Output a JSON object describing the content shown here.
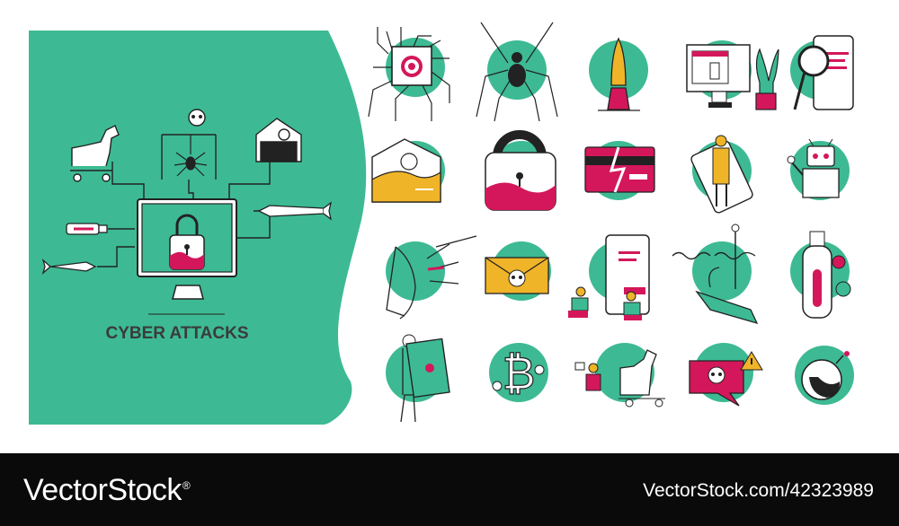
{
  "poster": {
    "title": "CYBER ATTACKS"
  },
  "footer": {
    "brand": "VectorStock",
    "registered_mark": "®",
    "url": "VectorStock.com/42323989"
  },
  "colors": {
    "green": "#3dba93",
    "magenta": "#d4175a",
    "yellow": "#f0b429",
    "ink": "#222222",
    "footer_bg": "#0a0a0a"
  },
  "icons": [
    "circuit-target-icon",
    "spider-icon",
    "rocket-icon",
    "computer-plant-icon",
    "phone-magnifier-icon",
    "envelope-hacker-icon",
    "padlock-icon",
    "credit-card-icon",
    "man-phone-icon",
    "robot-icon",
    "arrows-target-icon",
    "skull-envelope-icon",
    "people-phone-icon",
    "phishing-hook-icon",
    "usb-virus-icon",
    "shield-guard-icon",
    "bitcoin-icon",
    "trojan-horse-people-icon",
    "skull-chat-warning-icon",
    "bomb-icon"
  ]
}
